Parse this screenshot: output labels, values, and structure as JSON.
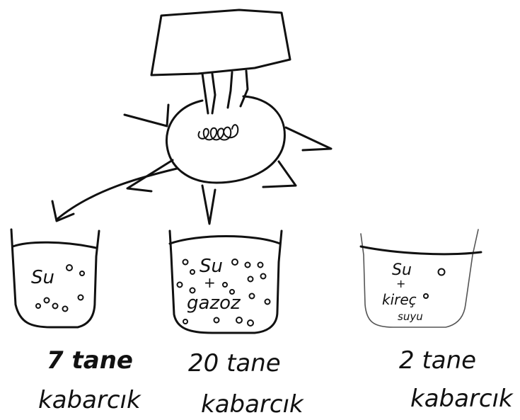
{
  "beakers": [
    {
      "contents": [
        "Su"
      ],
      "count_label": "7 tane",
      "item_label": "kabarcık"
    },
    {
      "contents": [
        "Su",
        "+",
        "gazoz"
      ],
      "count_label": "20 tane",
      "item_label": "kabarcık"
    },
    {
      "contents": [
        "Su",
        "+",
        "kireç",
        "suyu"
      ],
      "count_label": "2 tane",
      "item_label": "kabarcık"
    }
  ]
}
